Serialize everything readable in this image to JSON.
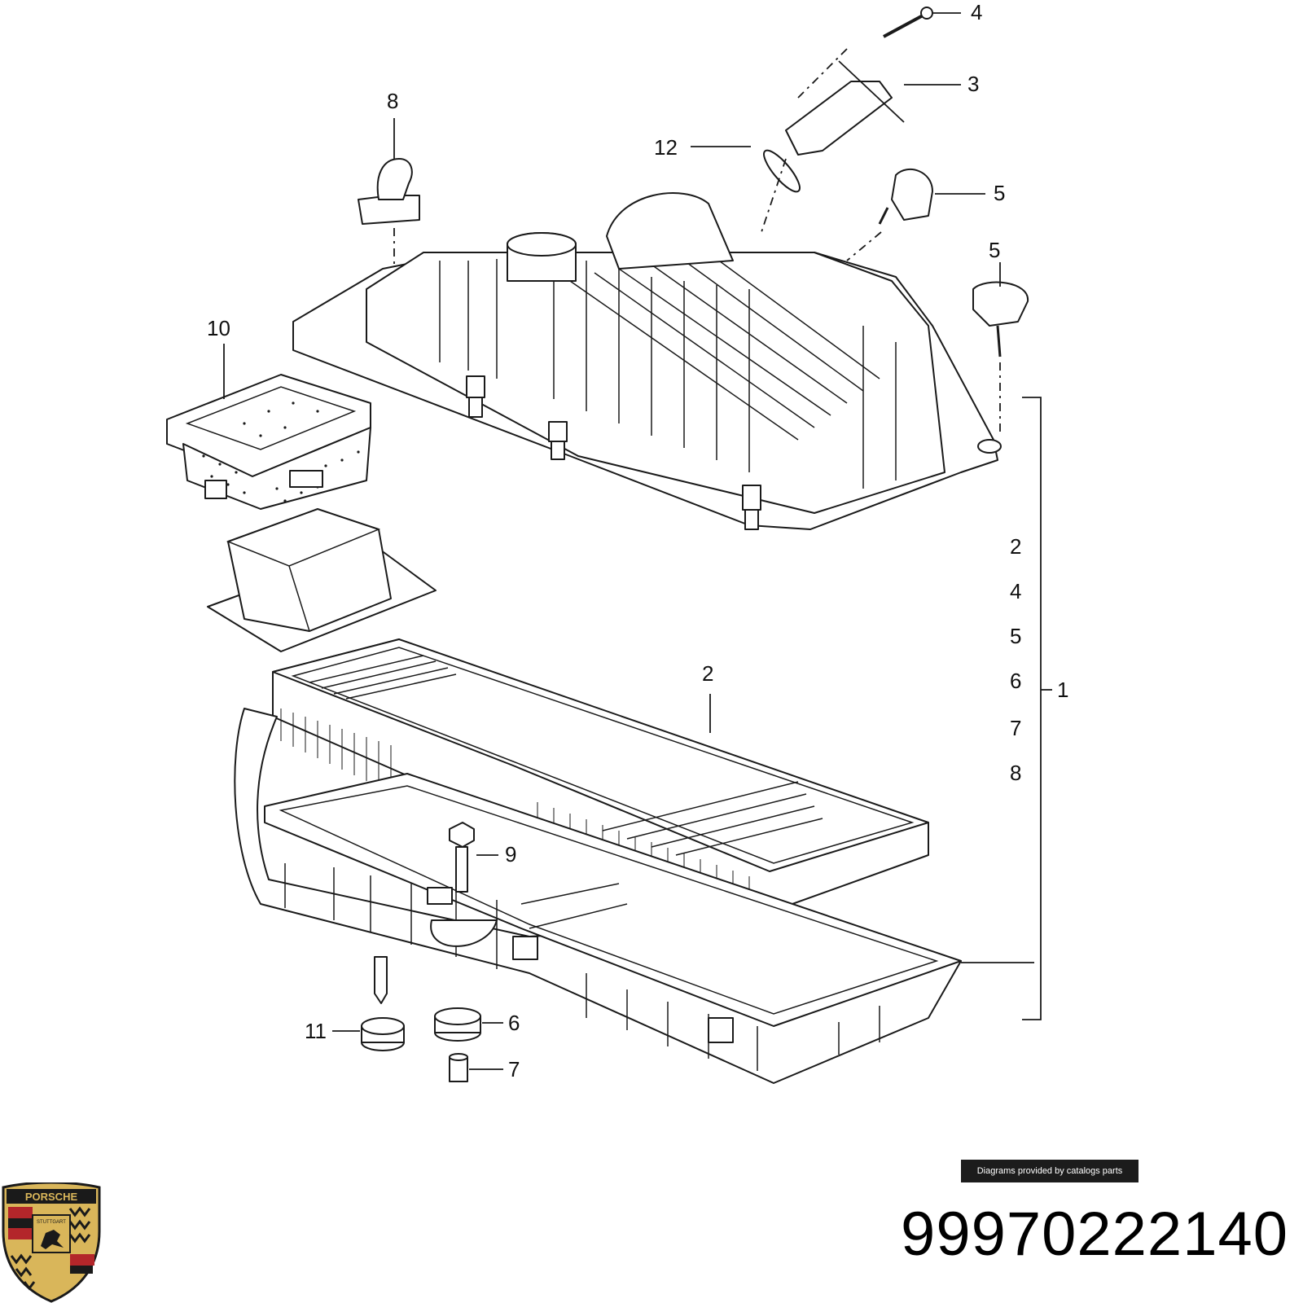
{
  "callouts": {
    "c1": "1",
    "c2": "2",
    "c3": "3",
    "c4": "4",
    "c5a": "5",
    "c5b": "5",
    "c6": "6",
    "c7": "7",
    "c8": "8",
    "c9": "9",
    "c10": "10",
    "c11": "11",
    "c12": "12"
  },
  "kit_list": [
    "2",
    "4",
    "5",
    "6",
    "7",
    "8"
  ],
  "credit": "Diagrams provided by catalogs parts",
  "part_number": "99970222140",
  "logo": {
    "text": "PORSCHE",
    "city": "STUTTGART"
  },
  "colors": {
    "logo_red": "#b3262a",
    "logo_gold": "#d9b65a",
    "logo_black": "#1a1a1a"
  }
}
